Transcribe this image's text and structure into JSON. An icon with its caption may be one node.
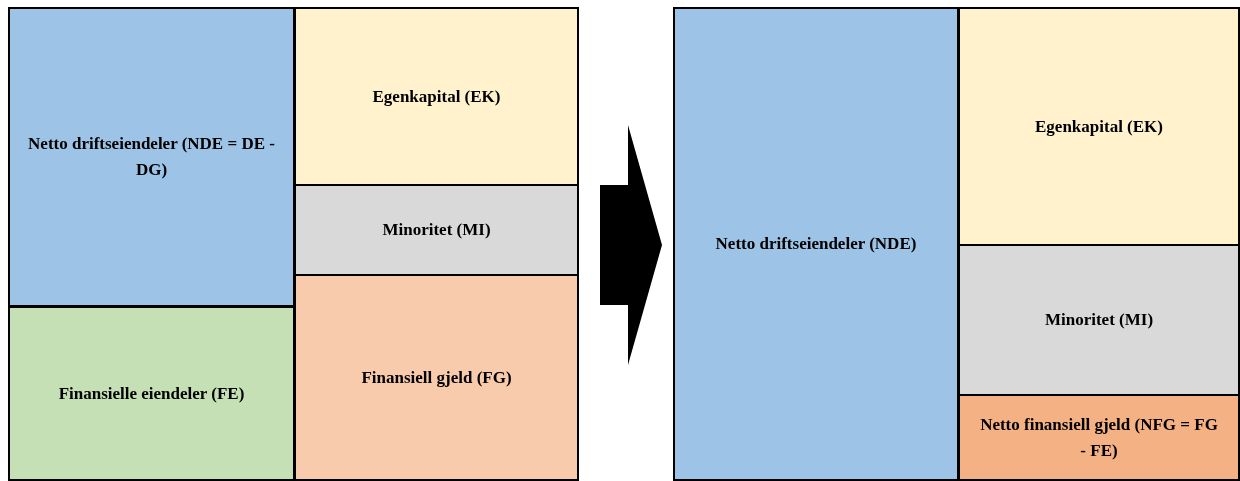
{
  "diagram": {
    "nodes": [
      {
        "text": [
          "Netto driftseiendeler (NDE = DE - DG)"
        ]
      },
      {
        "text": [
          "Finansielle eiendeler (FE)"
        ]
      },
      {
        "text": [
          "Egenkapital (EK)"
        ]
      },
      {
        "text": [
          "Minoritet (MI)"
        ]
      },
      {
        "text": [
          "Finansiell gjeld (FG)"
        ]
      },
      {
        "text": [
          "Netto driftseiendeler (NDE)"
        ]
      },
      {
        "text": [
          "Egenkapital (EK)"
        ]
      },
      {
        "text": [
          "Minoritet (MI)"
        ]
      },
      {
        "text": [
          "Netto finansiell gjeld (NFG = FG - FE)"
        ]
      }
    ],
    "edges": [
      {
        "from": 3,
        "to": 5,
        "arrow": "to",
        "style": "thick"
      }
    ]
  }
}
